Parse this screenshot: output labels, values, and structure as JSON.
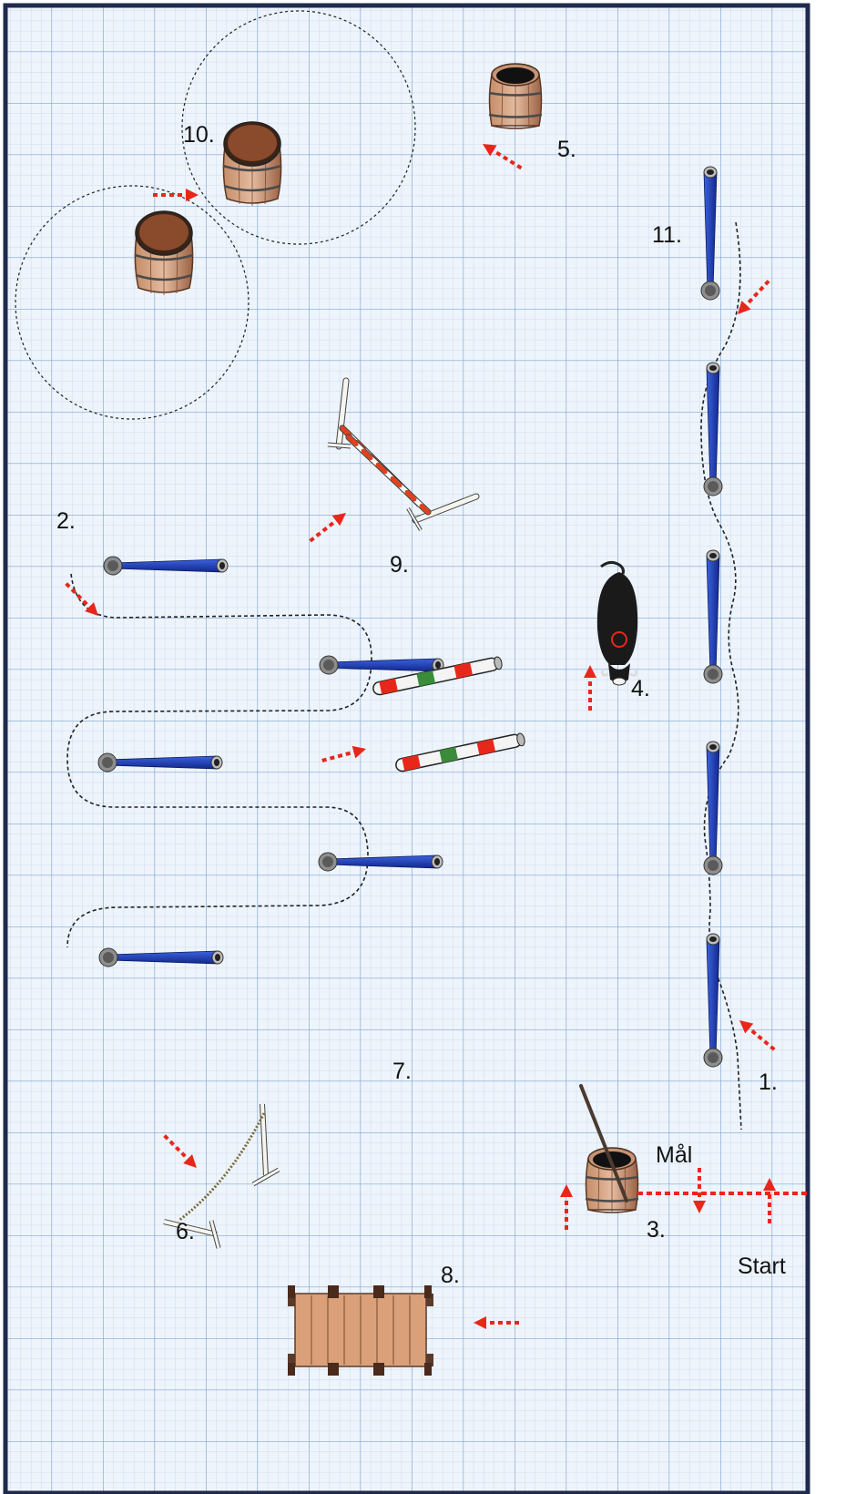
{
  "colors": {
    "grid_minor": "#c3d5ec",
    "grid_major": "#7fa6d3",
    "background": "#eef4fb",
    "border": "#1f2a4d",
    "arrow": "#e8271b",
    "pole_blue": "#1f3fb3",
    "barrel_wood": "#a86c4a",
    "jump_red": "#e0401c",
    "path": "#222222"
  },
  "labels": {
    "obstacle_1": "1.",
    "obstacle_2": "2.",
    "obstacle_3": "3.",
    "obstacle_4": "4.",
    "obstacle_5": "5.",
    "obstacle_6": "6.",
    "obstacle_7": "7.",
    "obstacle_8": "8.",
    "obstacle_9": "9.",
    "obstacle_10": "10.",
    "obstacle_11": "11.",
    "start": "Start",
    "finish": "Mål"
  },
  "icons": {
    "barrel": "barrel-icon",
    "pole": "pole-icon",
    "cow": "cow-figure-icon",
    "jump": "jump-icon",
    "gate": "gate-icon",
    "bridge": "bridge-icon",
    "ground_poles": "ground-poles-icon",
    "arrow": "direction-arrow-icon"
  }
}
